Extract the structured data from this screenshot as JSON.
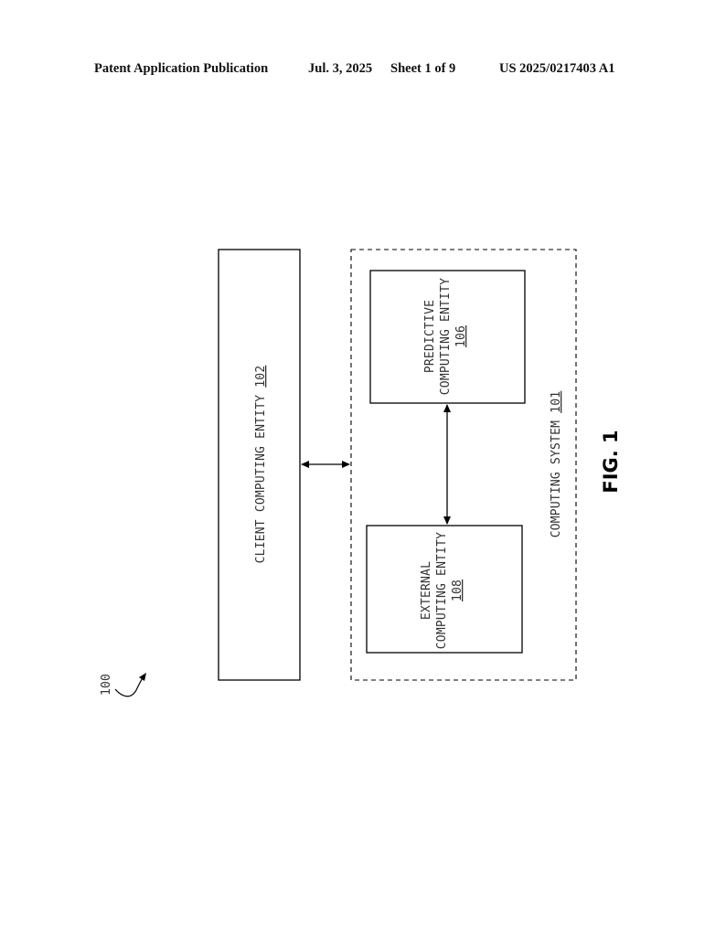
{
  "header": {
    "publication": "Patent Application Publication",
    "date": "Jul. 3, 2025",
    "sheet": "Sheet 1 of 9",
    "number": "US 2025/0217403 A1"
  },
  "figure": {
    "ref": "100",
    "client": {
      "text": "CLIENT COMPUTING ENTITY ",
      "num": "102"
    },
    "system": {
      "text": "COMPUTING SYSTEM ",
      "num": "101"
    },
    "predictive": {
      "line1": "PREDICTIVE",
      "line2": "COMPUTING ENTITY",
      "num": "106"
    },
    "external": {
      "line1": "EXTERNAL",
      "line2": "COMPUTING ENTITY",
      "num": "108"
    },
    "caption": "FIG. 1"
  }
}
